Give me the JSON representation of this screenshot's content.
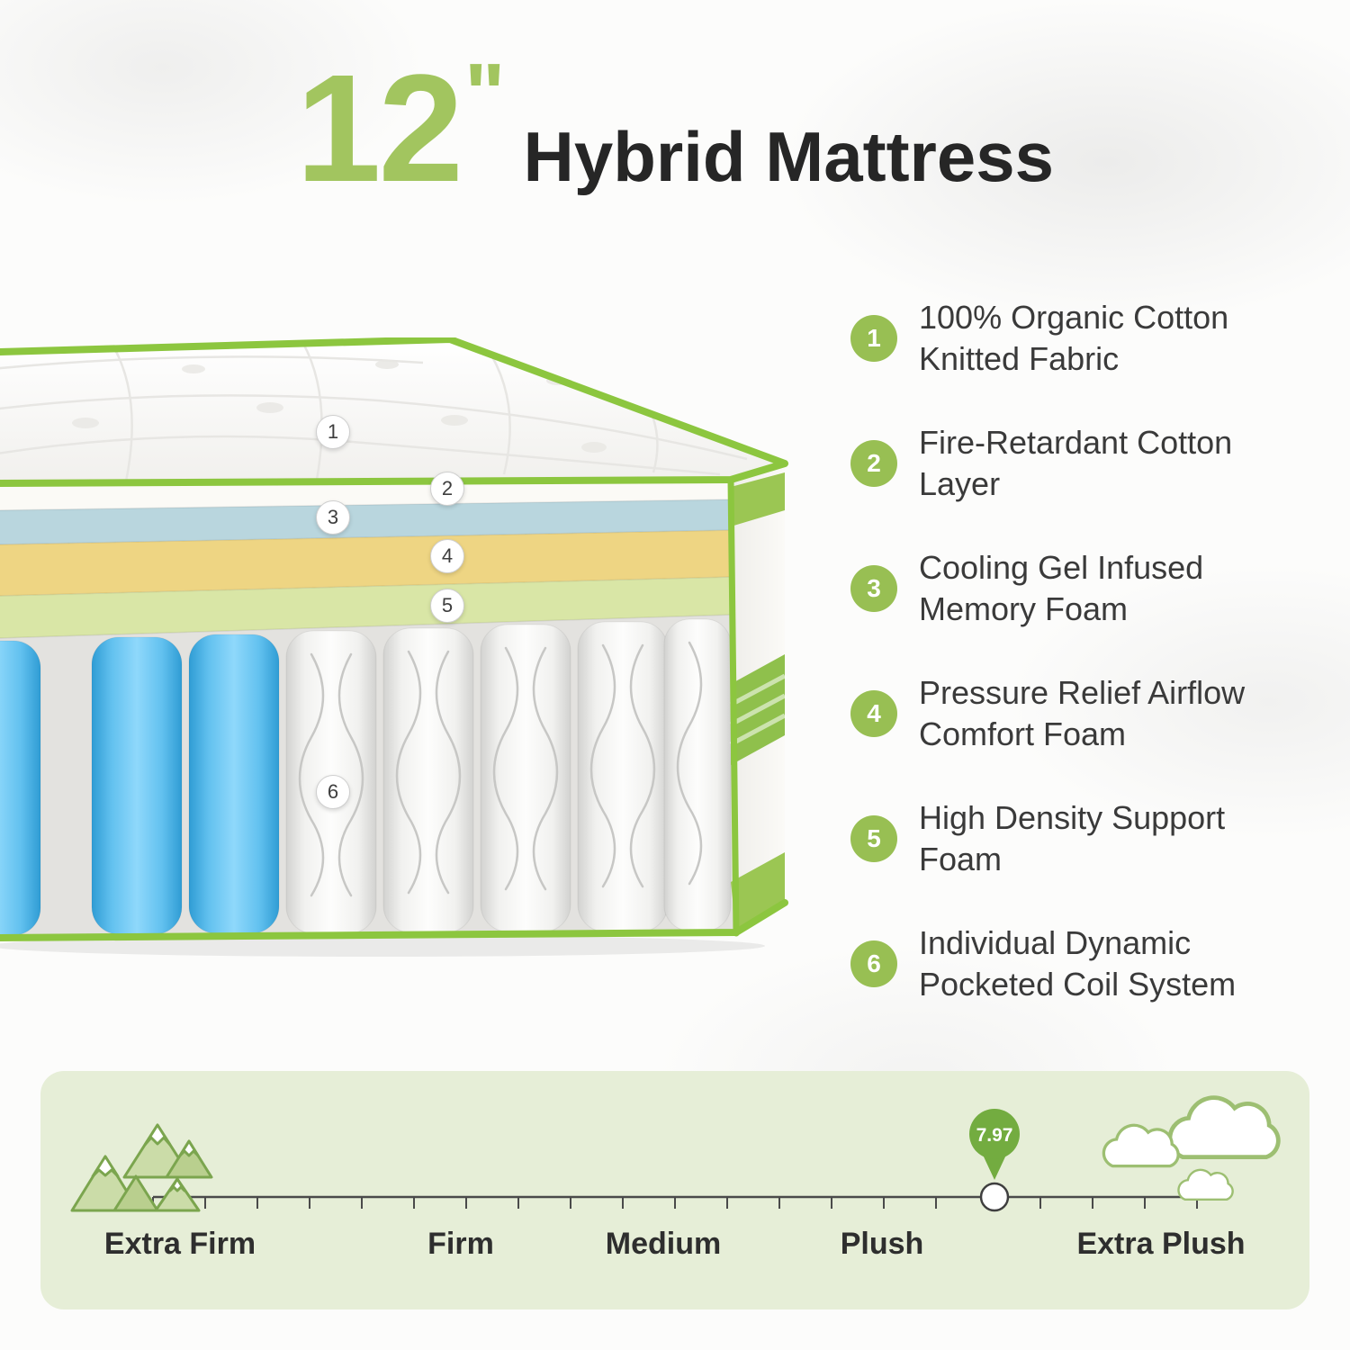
{
  "title": {
    "size_number": "12",
    "size_unit": "\"",
    "name": "Hybrid Mattress"
  },
  "features": [
    {
      "num": "1",
      "lines": [
        "100% Organic Cotton",
        "Knitted Fabric"
      ]
    },
    {
      "num": "2",
      "lines": [
        "Fire-Retardant Cotton",
        "Layer"
      ]
    },
    {
      "num": "3",
      "lines": [
        "Cooling Gel Infused",
        "Memory Foam"
      ]
    },
    {
      "num": "4",
      "lines": [
        "Pressure Relief  Airflow",
        "Comfort Foam"
      ]
    },
    {
      "num": "5",
      "lines": [
        "High Density Support",
        "Foam"
      ]
    },
    {
      "num": "6",
      "lines": [
        "Individual Dynamic",
        "Pocketed Coil System"
      ]
    }
  ],
  "diagram_markers": [
    "1",
    "2",
    "3",
    "4",
    "5",
    "6"
  ],
  "firmness_scale": {
    "value": "7.97",
    "labels": [
      "Extra Firm",
      "Firm",
      "Medium",
      "Plush",
      "Extra Plush"
    ]
  },
  "colors": {
    "accent": "#98bf53",
    "title-green": "#a2c55f",
    "pin-green": "#73ac40",
    "panel-bg": "#e6eed7",
    "piping": "#8cc63f",
    "layer-blue": "#b9d6de",
    "layer-yellow": "#eed583",
    "layer-green": "#d9e6a6"
  }
}
